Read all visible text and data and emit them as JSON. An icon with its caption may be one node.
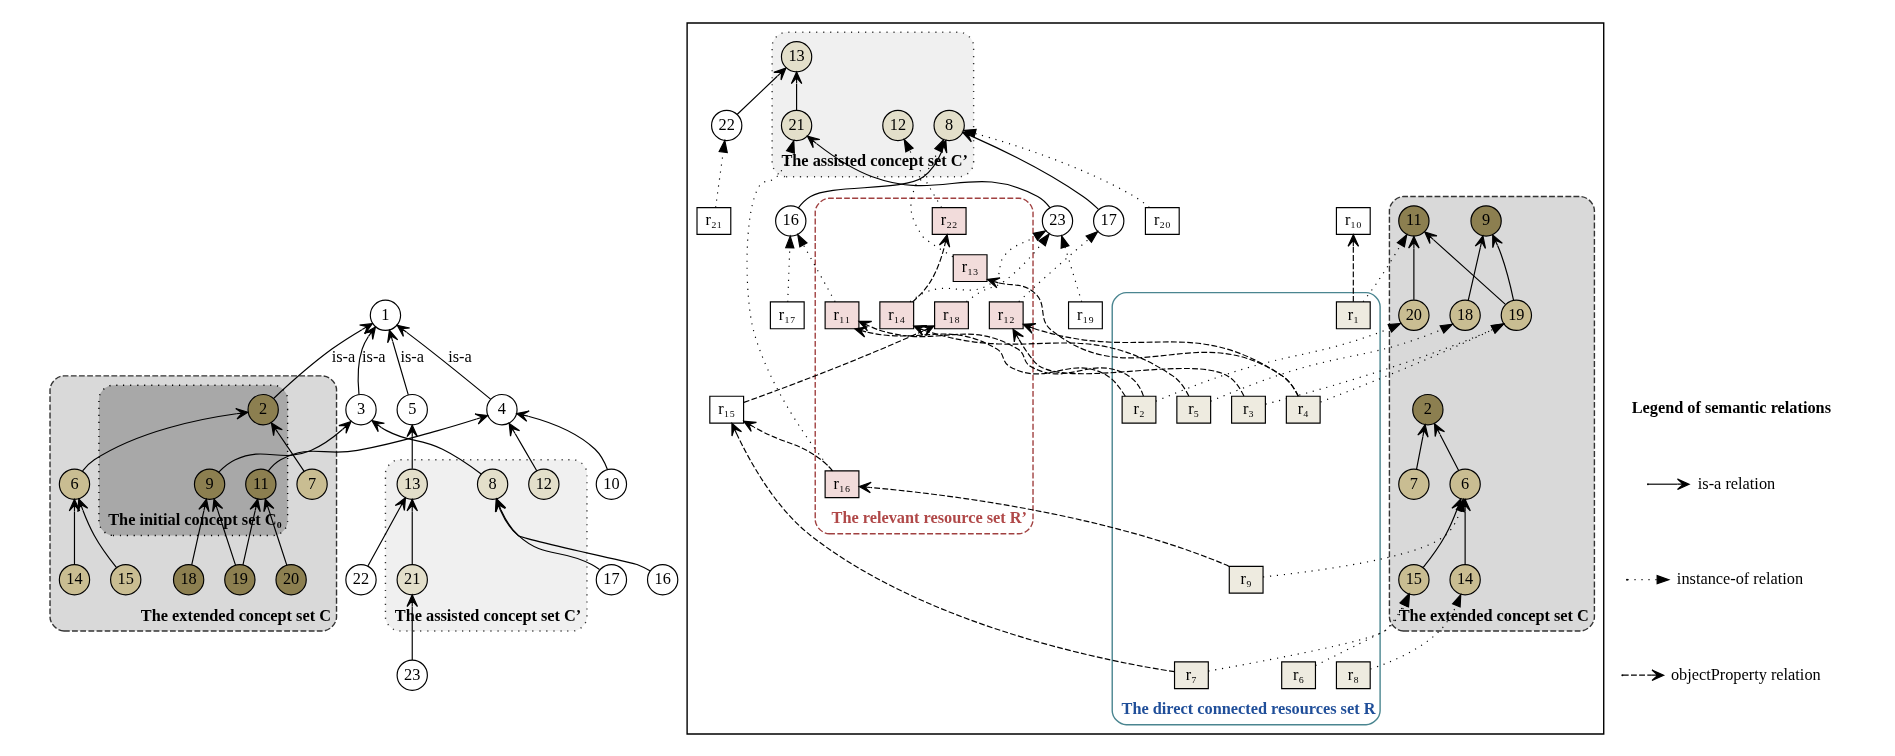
{
  "diagram": {
    "nodes": [
      {
        "text": [
          "The extended concept set C"
        ]
      },
      {
        "text": [
          "The initial concept set C₀"
        ],
        "in": 0
      },
      {
        "text": [
          "The assisted concept set C’"
        ]
      },
      {
        "text": [
          "1"
        ]
      },
      {
        "text": [
          "2"
        ],
        "in": 1
      },
      {
        "text": [
          "3"
        ]
      },
      {
        "text": [
          "4"
        ]
      },
      {
        "text": [
          "5"
        ]
      },
      {
        "text": [
          "6"
        ],
        "in": 0
      },
      {
        "text": [
          "7"
        ],
        "in": 0
      },
      {
        "text": [
          "8"
        ],
        "in": 2
      },
      {
        "text": [
          "9"
        ],
        "in": 1
      },
      {
        "text": [
          "10"
        ]
      },
      {
        "text": [
          "11"
        ],
        "in": 1
      },
      {
        "text": [
          "12"
        ],
        "in": 2
      },
      {
        "text": [
          "13"
        ],
        "in": 2
      },
      {
        "text": [
          "14"
        ],
        "in": 0
      },
      {
        "text": [
          "15"
        ],
        "in": 0
      },
      {
        "text": [
          "16"
        ]
      },
      {
        "text": [
          "17"
        ]
      },
      {
        "text": [
          "18"
        ],
        "in": 0
      },
      {
        "text": [
          "19"
        ],
        "in": 0
      },
      {
        "text": [
          "20"
        ],
        "in": 0
      },
      {
        "text": [
          "21"
        ],
        "in": 2
      },
      {
        "text": [
          "22"
        ]
      },
      {
        "text": [
          "23"
        ]
      },
      {
        "text": [],
        "shape": "box"
      },
      {
        "text": [
          "The extended concept set C"
        ],
        "in": 26
      },
      {
        "text": [
          "The direct connected resources set R"
        ],
        "in": 26
      },
      {
        "text": [
          "The relevant resource set R’"
        ],
        "in": 26
      },
      {
        "text": [
          "The assisted concept set C’"
        ],
        "in": 26
      },
      {
        "text": [
          "11"
        ],
        "in": 27
      },
      {
        "text": [
          "20"
        ],
        "in": 27
      },
      {
        "text": [
          "9"
        ],
        "in": 27
      },
      {
        "text": [
          "19"
        ],
        "in": 27
      },
      {
        "text": [
          "18"
        ],
        "in": 27
      },
      {
        "text": [
          "2"
        ],
        "in": 27
      },
      {
        "text": [
          "7"
        ],
        "in": 27
      },
      {
        "text": [
          "6"
        ],
        "in": 27
      },
      {
        "text": [
          "15"
        ],
        "in": 27
      },
      {
        "text": [
          "14"
        ],
        "in": 27
      },
      {
        "text": [
          "16"
        ],
        "in": 26
      },
      {
        "text": [
          "17"
        ],
        "in": 26
      },
      {
        "text": [
          "8"
        ],
        "in": 30
      },
      {
        "text": [
          "12"
        ],
        "in": 30
      },
      {
        "text": [
          "13"
        ],
        "in": 30
      },
      {
        "text": [
          "21"
        ],
        "in": 30
      },
      {
        "text": [
          "23"
        ],
        "in": 26
      },
      {
        "text": [
          "22"
        ],
        "in": 26
      },
      {
        "text": [
          "r₁"
        ],
        "in": 28
      },
      {
        "text": [
          "r₂"
        ],
        "in": 28
      },
      {
        "text": [
          "r₃"
        ],
        "in": 28
      },
      {
        "text": [
          "r₄"
        ],
        "in": 28
      },
      {
        "text": [
          "r₅"
        ],
        "in": 28
      },
      {
        "text": [
          "r₆"
        ],
        "in": 28
      },
      {
        "text": [
          "r₇"
        ],
        "in": 28
      },
      {
        "text": [
          "r₈"
        ],
        "in": 28
      },
      {
        "text": [
          "r₉"
        ],
        "in": 28
      },
      {
        "text": [
          "r₁₀"
        ],
        "in": 26
      },
      {
        "text": [
          "r₁₁"
        ],
        "in": 29
      },
      {
        "text": [
          "r₁₂"
        ],
        "in": 29
      },
      {
        "text": [
          "r₁₃"
        ],
        "in": 29
      },
      {
        "text": [
          "r₁₄"
        ],
        "in": 29
      },
      {
        "text": [
          "r₁₅"
        ],
        "in": 26
      },
      {
        "text": [
          "r₁₆"
        ],
        "in": 29
      },
      {
        "text": [
          "r₁₇"
        ],
        "in": 26
      },
      {
        "text": [
          "r₁₈"
        ],
        "in": 29
      },
      {
        "text": [
          "r₁₉"
        ],
        "in": 26
      },
      {
        "text": [
          "r₂₀"
        ],
        "in": 26
      },
      {
        "text": [
          "r₂₁"
        ],
        "in": 26
      },
      {
        "text": [
          "r₂₂"
        ],
        "in": 29
      }
    ],
    "edges": [
      {
        "from": 4,
        "to": 3,
        "arrow": "to",
        "label": "is-a"
      },
      {
        "from": 5,
        "to": 3,
        "arrow": "to",
        "label": "is-a"
      },
      {
        "from": 6,
        "to": 3,
        "arrow": "to",
        "label": "is-a"
      },
      {
        "from": 7,
        "to": 3,
        "arrow": "to",
        "label": "is-a"
      },
      {
        "from": 8,
        "to": 4,
        "arrow": "to"
      },
      {
        "from": 9,
        "to": 4,
        "arrow": "to"
      },
      {
        "from": 10,
        "to": 5,
        "arrow": "to"
      },
      {
        "from": 11,
        "to": 5,
        "arrow": "to"
      },
      {
        "from": 12,
        "to": 6,
        "arrow": "to"
      },
      {
        "from": 13,
        "to": 6,
        "arrow": "to"
      },
      {
        "from": 14,
        "to": 6,
        "arrow": "to"
      },
      {
        "from": 15,
        "to": 7,
        "arrow": "to"
      },
      {
        "from": 16,
        "to": 8,
        "arrow": "to"
      },
      {
        "from": 17,
        "to": 8,
        "arrow": "to"
      },
      {
        "from": 18,
        "to": 10,
        "arrow": "to"
      },
      {
        "from": 19,
        "to": 10,
        "arrow": "to"
      },
      {
        "from": 20,
        "to": 11,
        "arrow": "to"
      },
      {
        "from": 21,
        "to": 11,
        "arrow": "to"
      },
      {
        "from": 21,
        "to": 13,
        "arrow": "to"
      },
      {
        "from": 22,
        "to": 13,
        "arrow": "to"
      },
      {
        "from": 23,
        "to": 15,
        "arrow": "to"
      },
      {
        "from": 24,
        "to": 15,
        "arrow": "to"
      },
      {
        "from": 25,
        "to": 23,
        "arrow": "to"
      },
      {
        "from": 32,
        "to": 31,
        "arrow": "to"
      },
      {
        "from": 34,
        "to": 31,
        "arrow": "to"
      },
      {
        "from": 34,
        "to": 33,
        "arrow": "to"
      },
      {
        "from": 35,
        "to": 33,
        "arrow": "to"
      },
      {
        "from": 37,
        "to": 36,
        "arrow": "to"
      },
      {
        "from": 38,
        "to": 36,
        "arrow": "to"
      },
      {
        "from": 39,
        "to": 38,
        "arrow": "to"
      },
      {
        "from": 40,
        "to": 38,
        "arrow": "to"
      },
      {
        "from": 41,
        "to": 43,
        "arrow": "to"
      },
      {
        "from": 42,
        "to": 43,
        "arrow": "to"
      },
      {
        "from": 47,
        "to": 46,
        "arrow": "to"
      },
      {
        "from": 46,
        "to": 45,
        "arrow": "to"
      },
      {
        "from": 48,
        "to": 45,
        "arrow": "to"
      },
      {
        "from": 49,
        "to": 31,
        "arrow": "to",
        "style": "dashed"
      },
      {
        "from": 50,
        "to": 32,
        "arrow": "to",
        "style": "dashed"
      },
      {
        "from": 51,
        "to": 34,
        "arrow": "to",
        "style": "dashed"
      },
      {
        "from": 52,
        "to": 34,
        "arrow": "to",
        "style": "dashed"
      },
      {
        "from": 53,
        "to": 35,
        "arrow": "to",
        "style": "dashed"
      },
      {
        "from": 54,
        "to": 39,
        "arrow": "to",
        "style": "dashed"
      },
      {
        "from": 55,
        "to": 39,
        "arrow": "to",
        "style": "dashed"
      },
      {
        "from": 56,
        "to": 40,
        "arrow": "to",
        "style": "dashed"
      },
      {
        "from": 57,
        "to": 38,
        "arrow": "to",
        "style": "dashed"
      },
      {
        "from": 59,
        "to": 41,
        "arrow": "to",
        "style": "dashed"
      },
      {
        "from": 60,
        "to": 42,
        "arrow": "to",
        "style": "dashed"
      },
      {
        "from": 61,
        "to": 43,
        "arrow": "to",
        "style": "dashed"
      },
      {
        "from": 65,
        "to": 41,
        "arrow": "to",
        "style": "dashed"
      },
      {
        "from": 68,
        "to": 43,
        "arrow": "to",
        "style": "dashed"
      },
      {
        "from": 62,
        "to": 47,
        "arrow": "to",
        "style": "dashed"
      },
      {
        "from": 66,
        "to": 47,
        "arrow": "to",
        "style": "dashed"
      },
      {
        "from": 67,
        "to": 47,
        "arrow": "to",
        "style": "dashed"
      },
      {
        "from": 70,
        "to": 44,
        "arrow": "to",
        "style": "dashed"
      },
      {
        "from": 64,
        "to": 46,
        "arrow": "to",
        "style": "dashed"
      },
      {
        "from": 69,
        "to": 48,
        "arrow": "to",
        "style": "dashed"
      },
      {
        "from": 49,
        "to": 58,
        "arrow": "to",
        "style": "dashed"
      },
      {
        "from": 50,
        "to": 59,
        "arrow": "to",
        "style": "dashed"
      },
      {
        "from": 50,
        "to": 59,
        "arrow": "to",
        "style": "dashed"
      },
      {
        "from": 51,
        "to": 60,
        "arrow": "to",
        "style": "dashed"
      },
      {
        "from": 52,
        "to": 60,
        "arrow": "to",
        "style": "dashed"
      },
      {
        "from": 52,
        "to": 61,
        "arrow": "to",
        "style": "dashed"
      },
      {
        "from": 53,
        "to": 62,
        "arrow": "to",
        "style": "dashed"
      },
      {
        "from": 55,
        "to": 63,
        "arrow": "to",
        "style": "dashed"
      },
      {
        "from": 57,
        "to": 64,
        "arrow": "to",
        "style": "dashed"
      },
      {
        "from": 64,
        "to": 63,
        "arrow": "to",
        "style": "dashed"
      },
      {
        "from": 63,
        "to": 66,
        "arrow": "to",
        "style": "dashed"
      },
      {
        "from": 62,
        "to": 70,
        "arrow": "to",
        "style": "dashed"
      }
    ],
    "labels": [
      "Legend of semantic relations"
    ],
    "legend": [
      {
        "text": "is-a relation"
      },
      {
        "text": "instance-of relation"
      },
      {
        "text": "objectProperty relation"
      }
    ]
  }
}
